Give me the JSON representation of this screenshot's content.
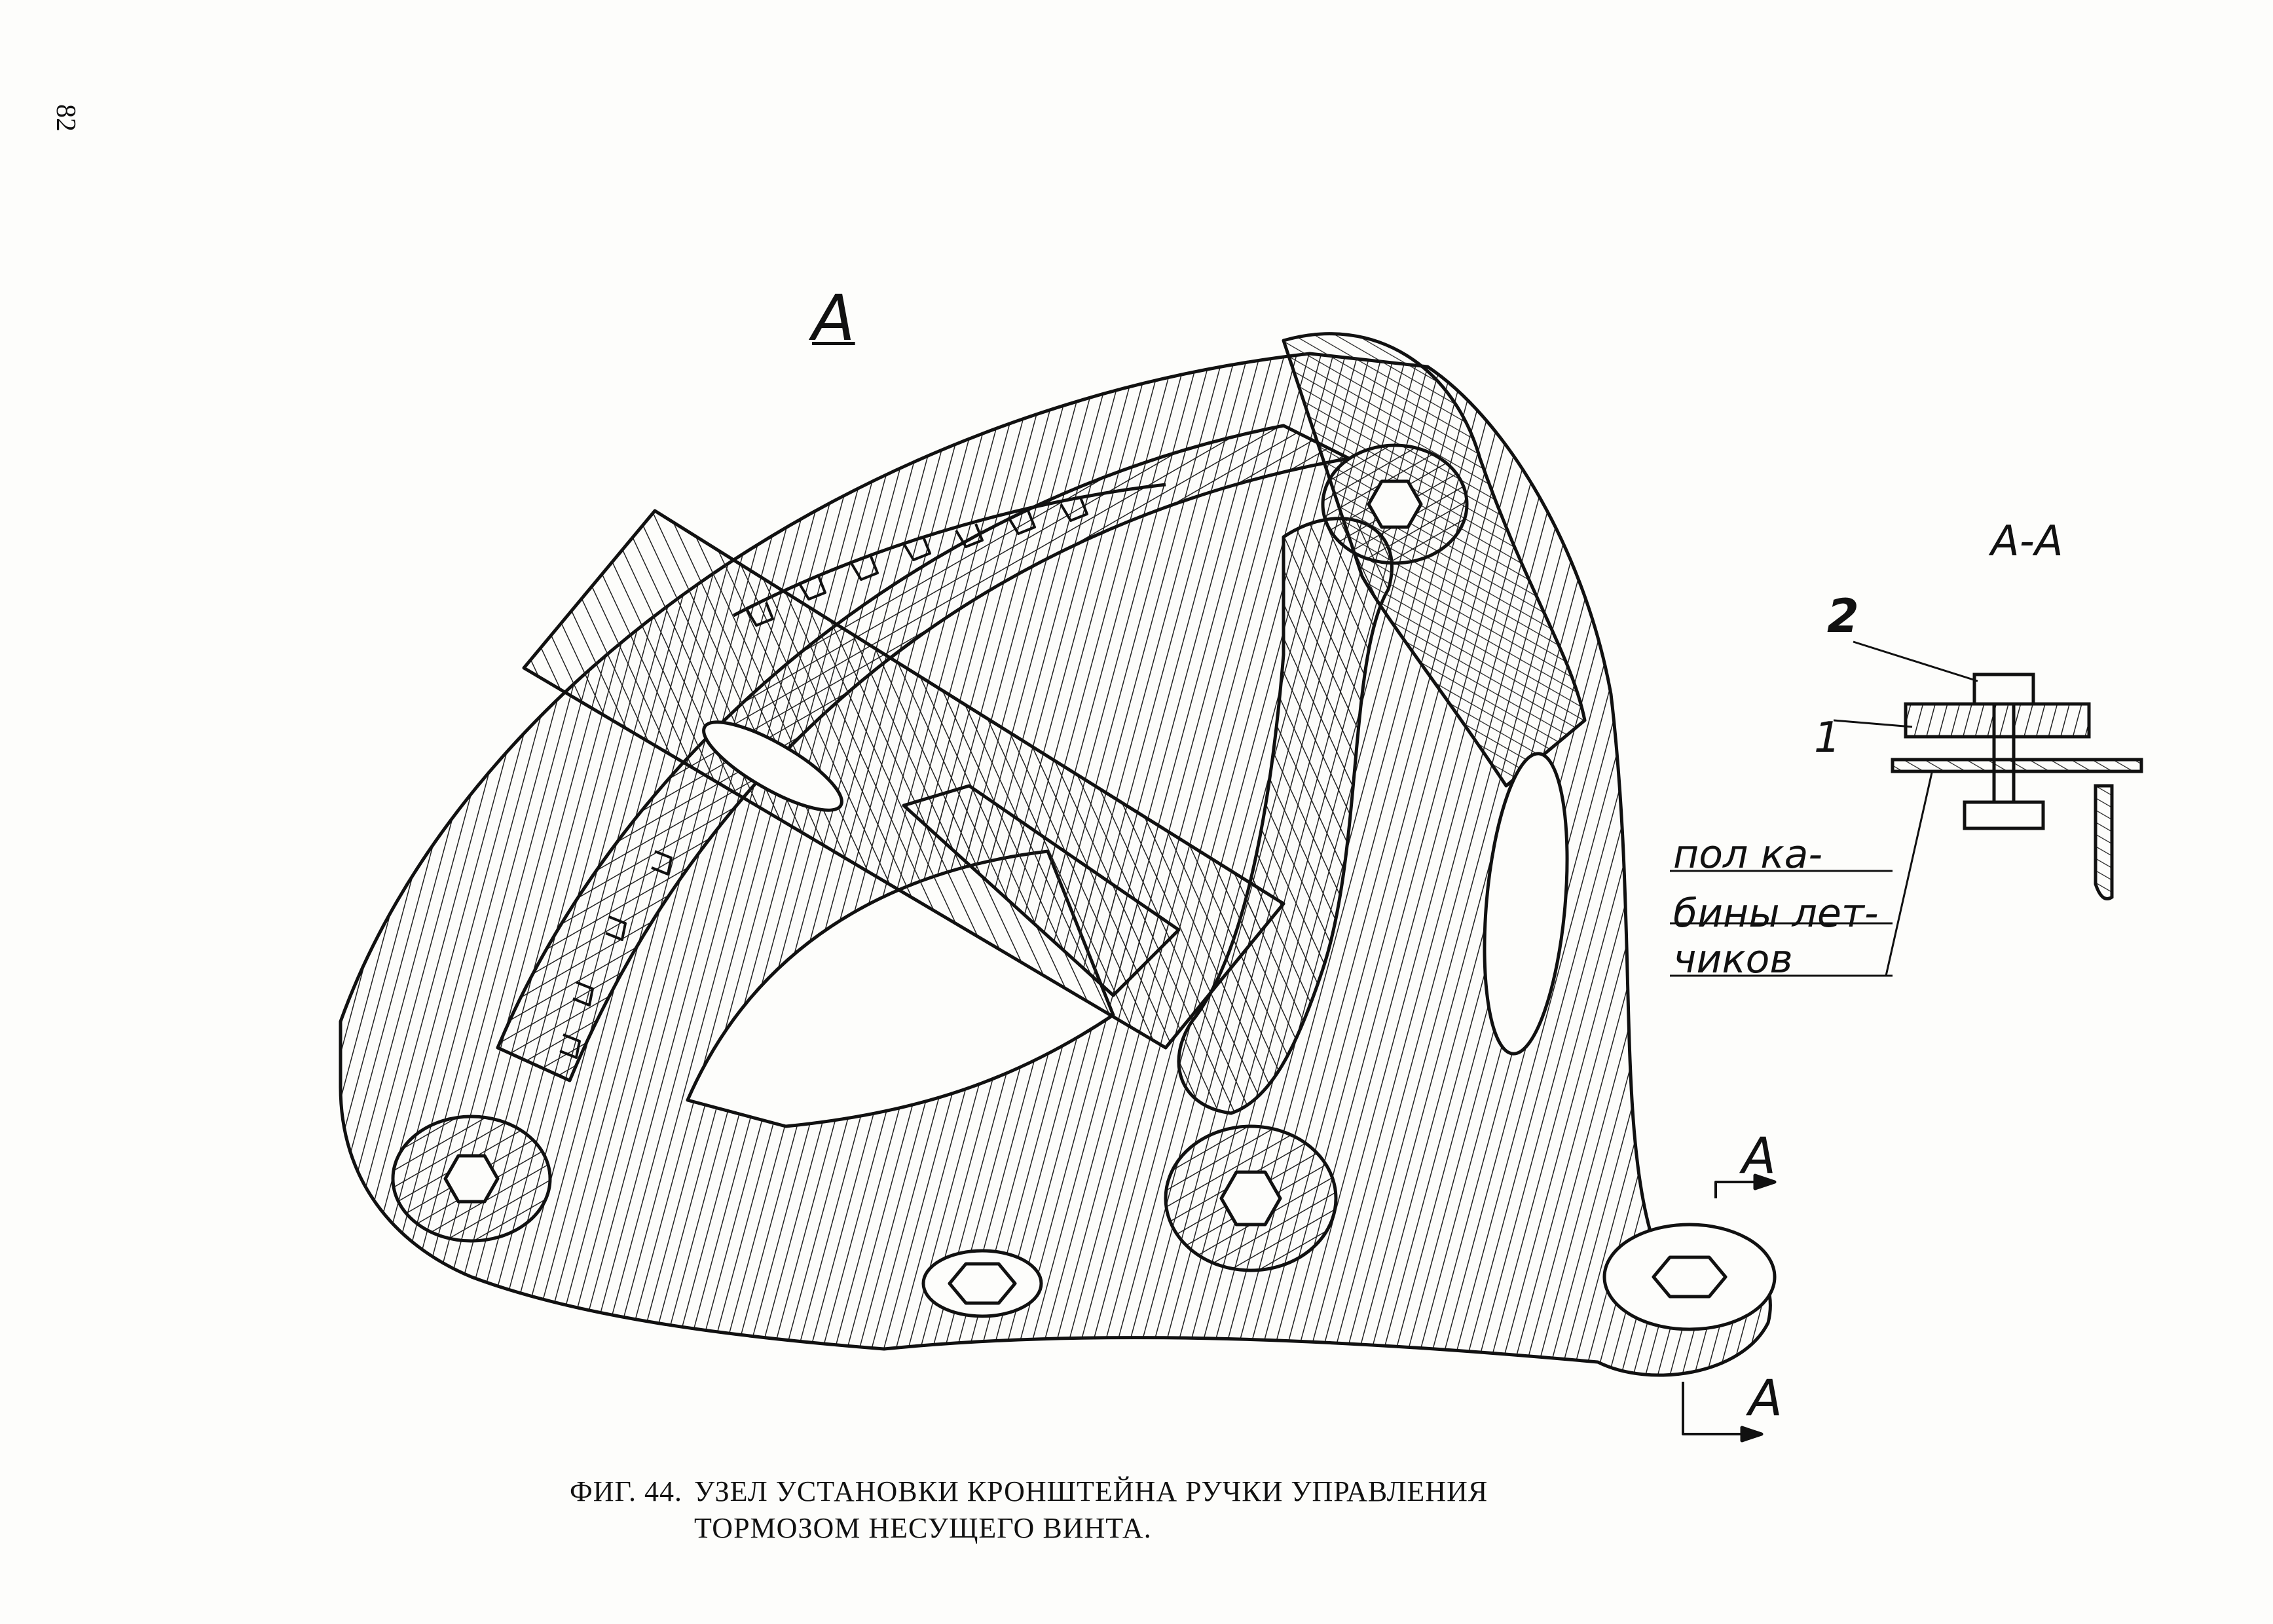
{
  "page_number": "82",
  "view_label": "A",
  "section": {
    "title": "А-А",
    "callout_2": "2",
    "callout_1": "1",
    "floor_note": [
      "пол ка-",
      "бины лет-",
      "чиков"
    ]
  },
  "cut_marks": {
    "upper": "A",
    "lower": "A"
  },
  "caption": {
    "figure": "ФИГ. 44.",
    "line1": "УЗЕЛ УСТАНОВКИ КРОНШТЕЙНА РУЧКИ УПРАВЛЕНИЯ",
    "line2": "ТОРМОЗОМ НЕСУЩЕГО ВИНТА."
  }
}
